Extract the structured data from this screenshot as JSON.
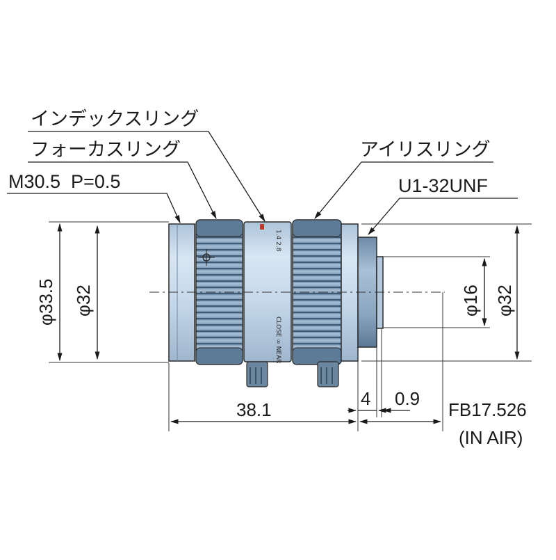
{
  "labels": {
    "index_ring": "インデックスリング",
    "focus_ring": "フォーカスリング",
    "mount_thread": "M30.5  P=0.5",
    "iris_ring": "アイリスリング",
    "rear_thread": "U1-32UNF"
  },
  "dimensions": {
    "outer_diameter": "φ33.5",
    "front_diameter": "φ32",
    "rear_diameter_small": "φ16",
    "rear_diameter_large": "φ32",
    "body_length": "38.1",
    "flange_length": "4",
    "back_gap": "0.9",
    "flange_back": "FB17.526",
    "flange_back_note": "(IN AIR)"
  },
  "barrel_markings": {
    "aperture_top": "1.4 2.8",
    "focus_text": "CLOSE ∞ NEAR"
  },
  "colors": {
    "lens_body": "#c5d7ea",
    "lens_ring": "#8da8c2",
    "lens_dark": "#5e7d98",
    "outline": "#2a2a2a"
  }
}
